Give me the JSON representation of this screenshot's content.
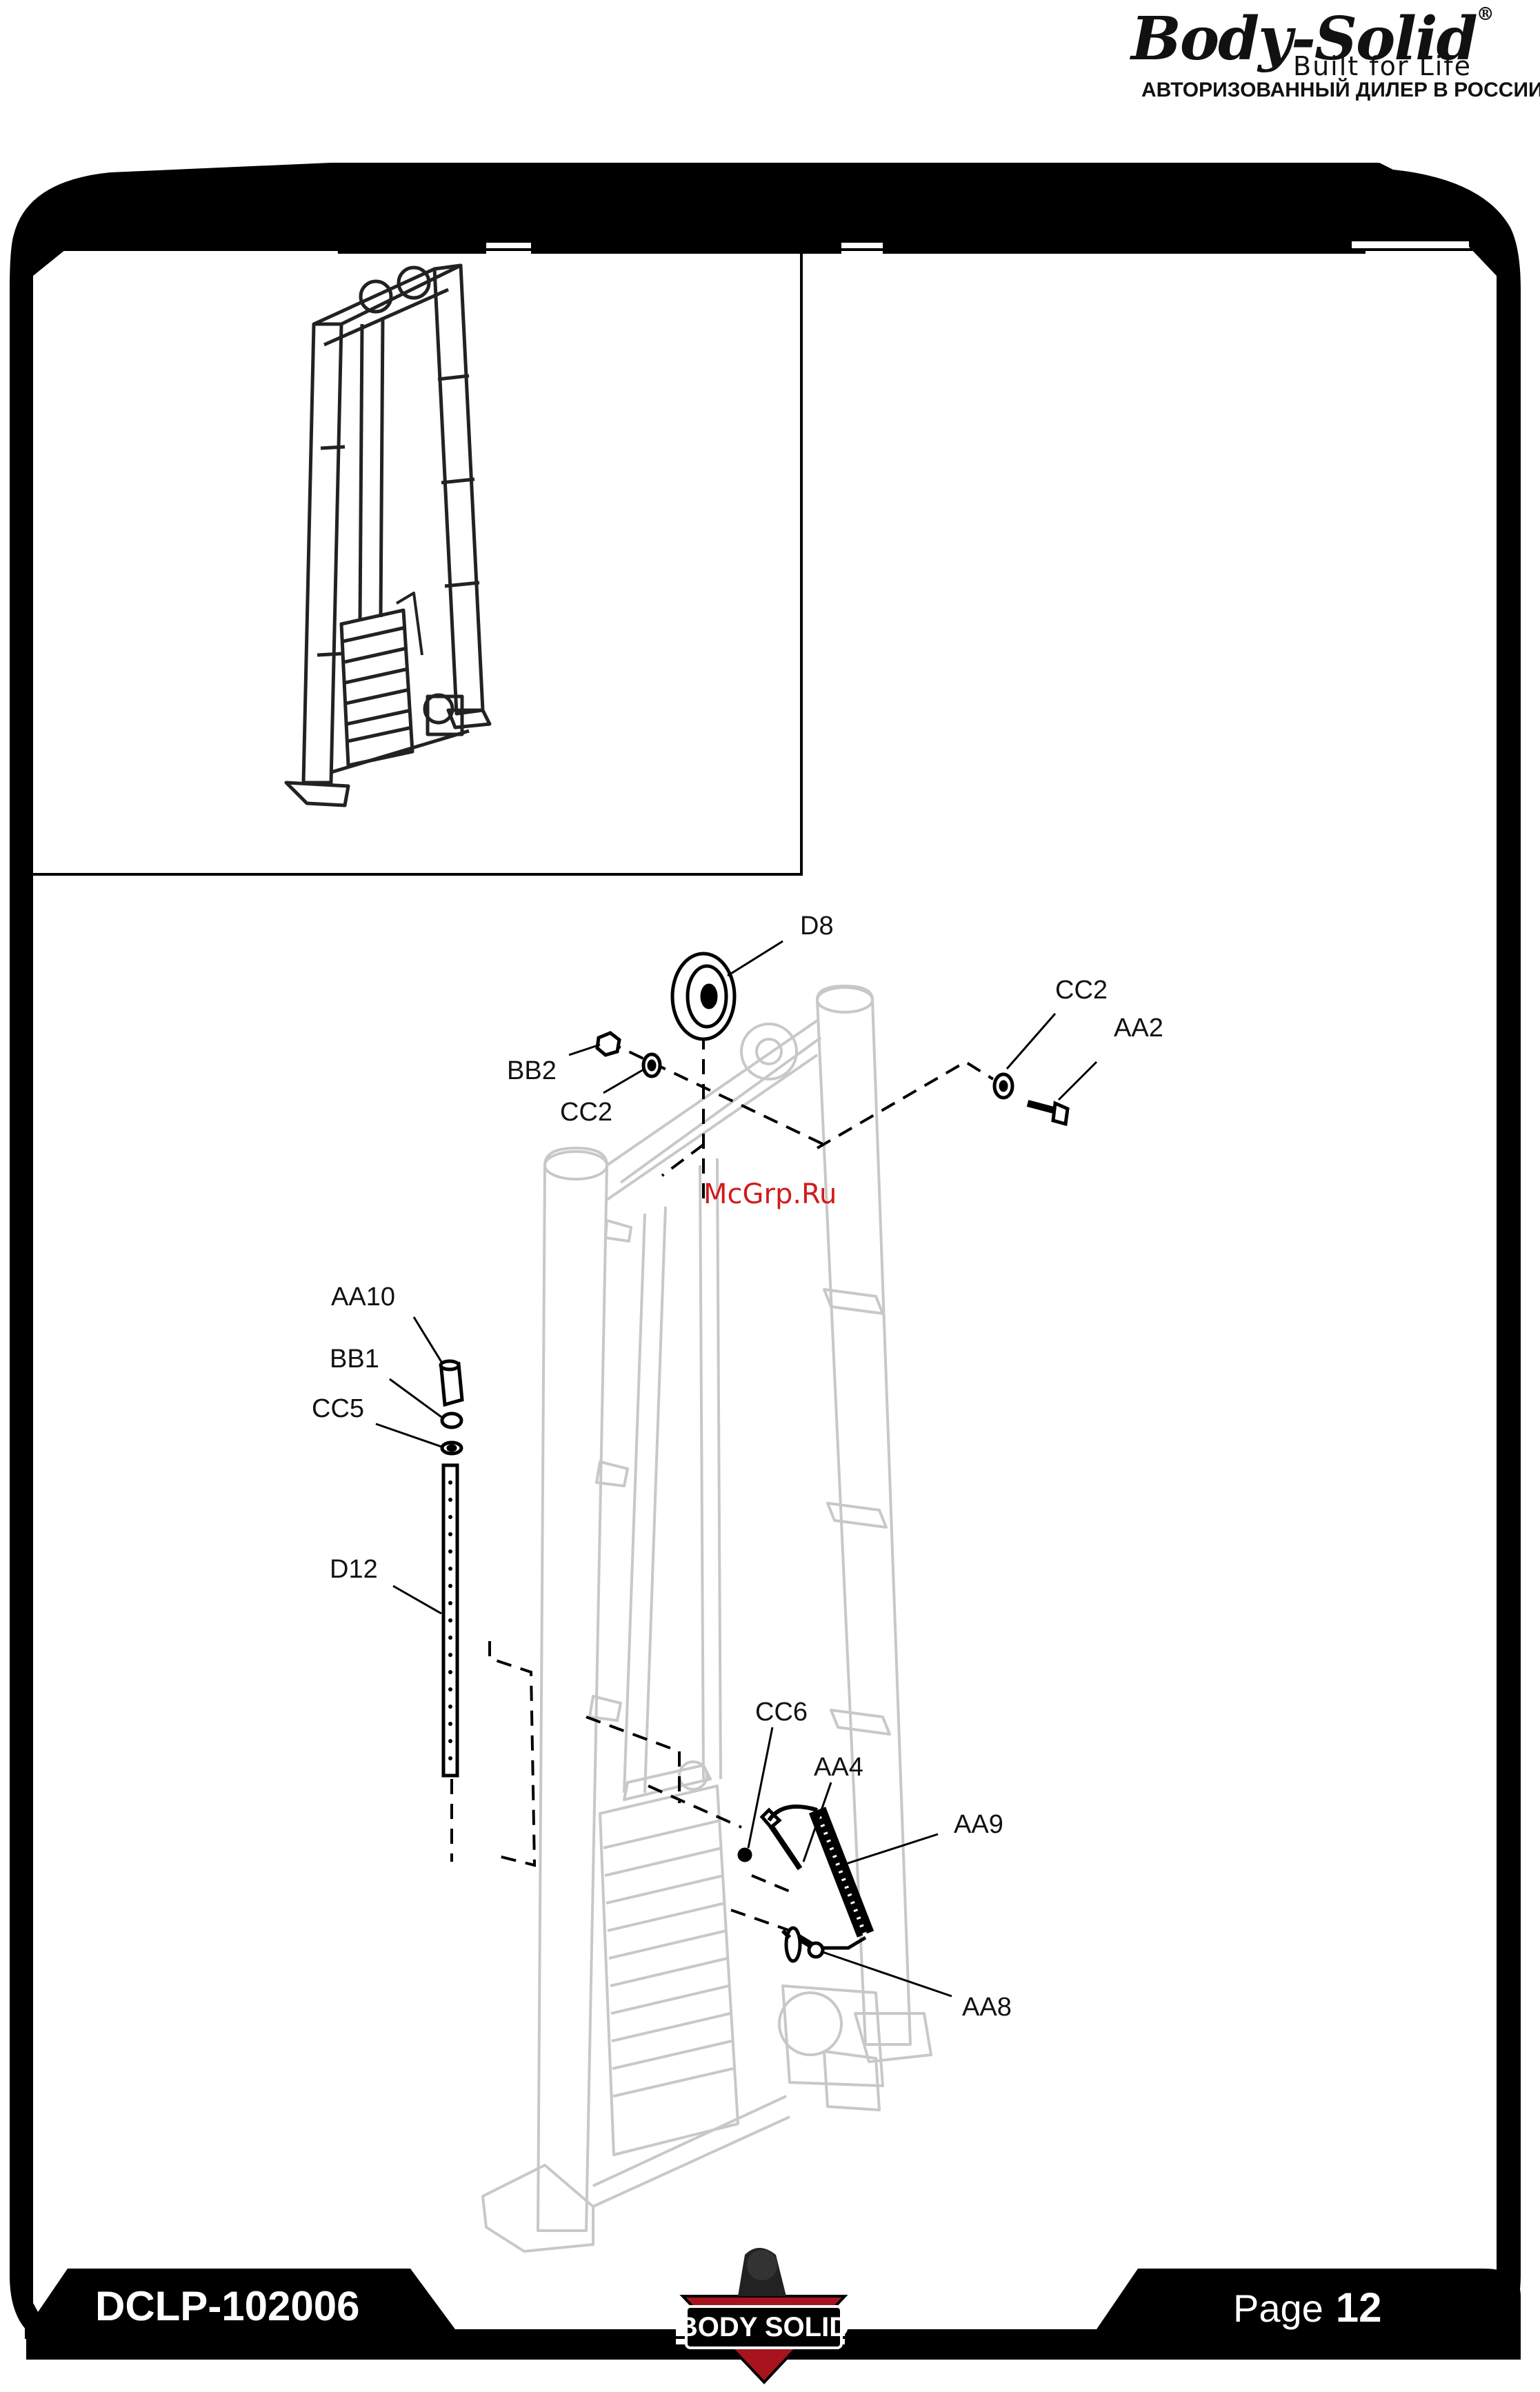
{
  "brand": {
    "name": "Body-Solid",
    "tagline": "Built for Life",
    "dealer": "АВТОРИЗОВАННЫЙ ДИЛЕР В РОССИИ"
  },
  "watermark": "McGrp.Ru",
  "part_labels": {
    "d8": "D8",
    "cc2_right": "CC2",
    "aa2": "AA2",
    "bb2": "BB2",
    "cc2_left": "CC2",
    "aa10": "AA10",
    "bb1": "BB1",
    "cc5": "CC5",
    "d12": "D12",
    "cc6": "CC6",
    "aa4": "AA4",
    "aa9": "AA9",
    "aa8": "AA8"
  },
  "footer": {
    "model": "DCLP-102006",
    "page_label": "Page",
    "page_number": "12",
    "badge_text": "BODY SOLID"
  },
  "colors": {
    "frame": "#000000",
    "ghost_lines": "#c8c8c8",
    "watermark": "#d21a1a"
  }
}
